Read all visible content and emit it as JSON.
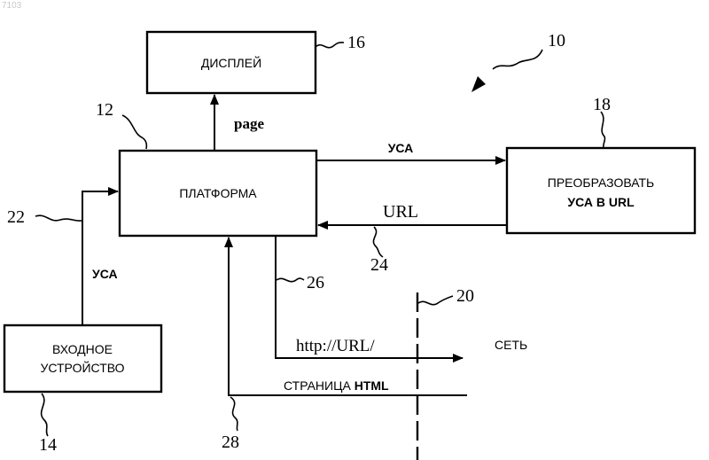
{
  "corner_mark": "7103",
  "boxes": {
    "display": "ДИСПЛЕЙ",
    "platform": "ПЛАТФОРМА",
    "convert_line1": "ПРЕОБРАЗОВАТЬ",
    "convert_line2": "УСА В URL",
    "input_line1": "ВХОДНОЕ",
    "input_line2": "УСТРОЙСТВО"
  },
  "labels": {
    "page": "page",
    "usa_top": "УСА",
    "url": "URL",
    "usa_left": "УСА",
    "http": "http://URL/",
    "network": "СЕТЬ",
    "html_page_prefix": "СТРАНИЦА ",
    "html_page_bold": "HTML"
  },
  "refs": {
    "r10": "10",
    "r12": "12",
    "r14": "14",
    "r16": "16",
    "r18": "18",
    "r20": "20",
    "r22": "22",
    "r24": "24",
    "r26": "26",
    "r28": "28"
  }
}
